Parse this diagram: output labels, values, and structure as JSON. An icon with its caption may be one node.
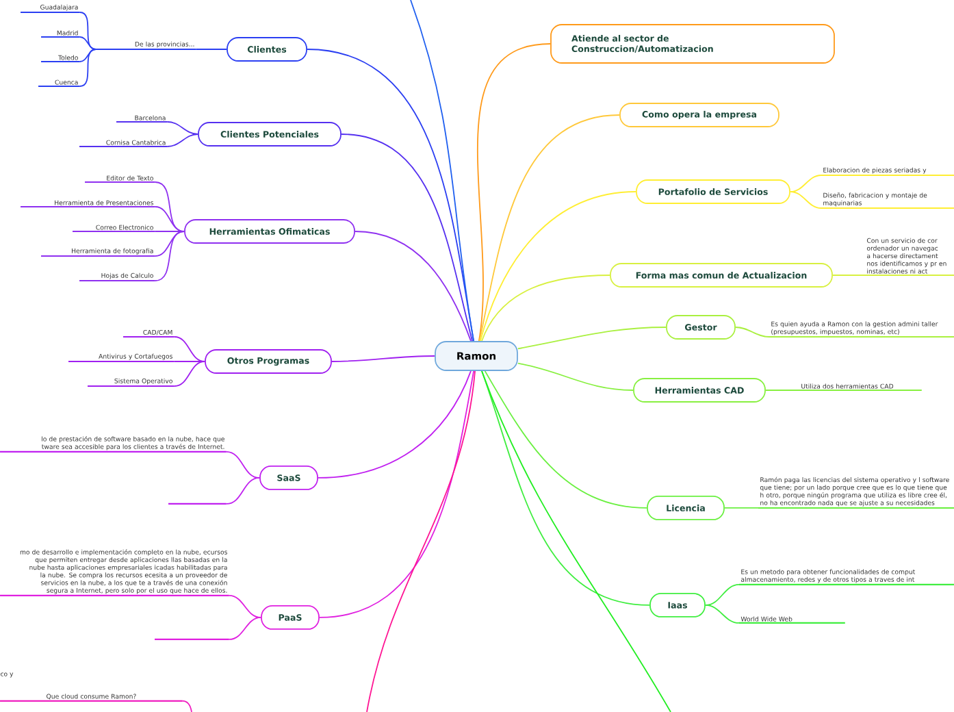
{
  "diagram": {
    "nodes": [
      {
        "text": [
          "Ramon"
        ]
      },
      {
        "text": [
          "Clientes"
        ]
      },
      {
        "text": [
          "De las provincias..."
        ]
      },
      {
        "text": [
          "Guadalajara"
        ]
      },
      {
        "text": [
          "Madrid"
        ]
      },
      {
        "text": [
          "Toledo"
        ]
      },
      {
        "text": [
          "Cuenca"
        ]
      },
      {
        "text": [
          "Clientes Potenciales"
        ]
      },
      {
        "text": [
          "Barcelona"
        ]
      },
      {
        "text": [
          "Cornisa Cantabrica"
        ]
      },
      {
        "text": [
          "Herramientas Ofimaticas"
        ]
      },
      {
        "text": [
          "Editor de Texto"
        ]
      },
      {
        "text": [
          "Herramienta de Presentaciones"
        ]
      },
      {
        "text": [
          "Correo Electronico"
        ]
      },
      {
        "text": [
          "Herramienta de fotografia"
        ]
      },
      {
        "text": [
          "Hojas de Calculo"
        ]
      },
      {
        "text": [
          "Otros Programas"
        ]
      },
      {
        "text": [
          "CAD/CAM"
        ]
      },
      {
        "text": [
          "Antivirus y Cortafuegos"
        ]
      },
      {
        "text": [
          "Sistema Operativo"
        ]
      },
      {
        "text": [
          "SaaS"
        ]
      },
      {
        "text": [
          "lo de prestación de software basado en la nube, hace que tware sea accesible para los clientes a través de Internet."
        ]
      },
      {
        "text": [],
        "shape": "bar"
      },
      {
        "text": [
          "PaaS"
        ]
      },
      {
        "text": [
          "mo de desarrollo e implementación completo en la nube, ecursos que permiten entregar desde aplicaciones llas basadas en la nube hasta aplicaciones empresariales icadas habilitadas para la nube. Se compra los recursos ecesita a un proveedor de servicios en la nube, a los que te a través de una conexión segura a Internet, pero solo por el uso que hace de ellos."
        ]
      },
      {
        "text": [],
        "shape": "bar"
      },
      {
        "text": [
          "Que cloud consume Ramon?"
        ]
      },
      {
        "text": [
          "Atiende al sector de Construccion/Automatizacion"
        ]
      },
      {
        "text": [
          "Como opera la empresa"
        ]
      },
      {
        "text": [
          "Portafolio de Servicios"
        ]
      },
      {
        "text": [
          "Elaboracion de piezas seriadas y"
        ]
      },
      {
        "text": [
          "Diseño, fabricacion y montaje de maquinarias"
        ]
      },
      {
        "text": [
          "Forma mas comun de Actualizacion"
        ]
      },
      {
        "text": [
          "Con un servicio de cor ordenador un navegac a hacerse directament nos identificamos y pr en instalaciones ni act"
        ]
      },
      {
        "text": [
          "Gestor"
        ]
      },
      {
        "text": [
          "Es quien ayuda a Ramon con la gestion admini taller (presupuestos, impuestos, nominas, etc)"
        ]
      },
      {
        "text": [
          "Herramientas CAD"
        ]
      },
      {
        "text": [
          "Utiliza dos herramientas CAD"
        ]
      },
      {
        "text": [
          "Licencia"
        ]
      },
      {
        "text": [
          "Ramón paga las licencias del sistema operativo y l software que tiene; por un lado porque cree que es lo que tiene que h otro, porque ningún programa que utiliza es libre cree él, no ha encontrado nada que se ajuste a su necesidades"
        ]
      },
      {
        "text": [
          "Iaas"
        ]
      },
      {
        "text": [
          "Es un metodo para obtener funcionalidades de comput almacenamiento, redes y de otros tipos a traves de int"
        ]
      },
      {
        "text": [
          "World Wide Web"
        ]
      }
    ],
    "edges": [
      {
        "from": 0,
        "to": 1,
        "arrow": "none",
        "color": "#2b3ff2"
      },
      {
        "from": 0,
        "to": 7,
        "arrow": "none",
        "color": "#5530f0"
      },
      {
        "from": 0,
        "to": 10,
        "arrow": "none",
        "color": "#8f30f0"
      },
      {
        "from": 0,
        "to": 16,
        "arrow": "none",
        "color": "#a020f0"
      },
      {
        "from": 0,
        "to": 20,
        "arrow": "none",
        "color": "#c020f0"
      },
      {
        "from": 0,
        "to": 23,
        "arrow": "none",
        "color": "#e020e0"
      },
      {
        "from": 0,
        "to": 27,
        "arrow": "none",
        "color": "#ff9a1a"
      },
      {
        "from": 0,
        "to": 28,
        "arrow": "none",
        "color": "#ffc83a"
      },
      {
        "from": 0,
        "to": 29,
        "arrow": "none",
        "color": "#ffee33"
      },
      {
        "from": 0,
        "to": 32,
        "arrow": "none",
        "color": "#d8f040"
      },
      {
        "from": 0,
        "to": 34,
        "arrow": "none",
        "color": "#aaf040"
      },
      {
        "from": 0,
        "to": 36,
        "arrow": "none",
        "color": "#88f040"
      },
      {
        "from": 0,
        "to": 38,
        "arrow": "none",
        "color": "#6af040"
      },
      {
        "from": 0,
        "to": 40,
        "arrow": "none",
        "color": "#40ee40"
      },
      {
        "from": 0,
        "to": null,
        "arrow": "none",
        "color": "#2060f0"
      },
      {
        "from": 0,
        "to": null,
        "arrow": "none",
        "color": "#ff1493"
      },
      {
        "from": 0,
        "to": null,
        "arrow": "none",
        "color": "#22ee22"
      },
      {
        "from": null,
        "to": 26,
        "arrow": "none",
        "color": "#f020c0"
      },
      {
        "from": 1,
        "to": 2,
        "arrow": "none",
        "color": "#2b3ff2"
      },
      {
        "from": 2,
        "to": 3,
        "arrow": "none",
        "color": "#2b3ff2"
      },
      {
        "from": 2,
        "to": 4,
        "arrow": "none",
        "color": "#2b3ff2"
      },
      {
        "from": 2,
        "to": 5,
        "arrow": "none",
        "color": "#2b3ff2"
      },
      {
        "from": 2,
        "to": 6,
        "arrow": "none",
        "color": "#2b3ff2"
      },
      {
        "from": 7,
        "to": 8,
        "arrow": "none",
        "color": "#5530f0"
      },
      {
        "from": 7,
        "to": 9,
        "arrow": "none",
        "color": "#5530f0"
      },
      {
        "from": 10,
        "to": 11,
        "arrow": "none",
        "color": "#8f30f0"
      },
      {
        "from": 10,
        "to": 12,
        "arrow": "none",
        "color": "#8f30f0"
      },
      {
        "from": 10,
        "to": 13,
        "arrow": "none",
        "color": "#8f30f0"
      },
      {
        "from": 10,
        "to": 14,
        "arrow": "none",
        "color": "#8f30f0"
      },
      {
        "from": 10,
        "to": 15,
        "arrow": "none",
        "color": "#8f30f0"
      },
      {
        "from": 16,
        "to": 17,
        "arrow": "none",
        "color": "#a020f0"
      },
      {
        "from": 16,
        "to": 18,
        "arrow": "none",
        "color": "#a020f0"
      },
      {
        "from": 16,
        "to": 19,
        "arrow": "none",
        "color": "#a020f0"
      },
      {
        "from": 20,
        "to": 21,
        "arrow": "none",
        "color": "#c020f0"
      },
      {
        "from": 20,
        "to": 22,
        "arrow": "none",
        "color": "#c020f0"
      },
      {
        "from": 23,
        "to": 24,
        "arrow": "none",
        "color": "#e020e0"
      },
      {
        "from": 23,
        "to": 25,
        "arrow": "none",
        "color": "#e020e0"
      },
      {
        "from": 29,
        "to": 30,
        "arrow": "none",
        "color": "#ffee33"
      },
      {
        "from": 29,
        "to": 31,
        "arrow": "none",
        "color": "#ffee33"
      },
      {
        "from": 32,
        "to": 33,
        "arrow": "none",
        "color": "#d8f040"
      },
      {
        "from": 34,
        "to": 35,
        "arrow": "none",
        "color": "#aaf040"
      },
      {
        "from": 36,
        "to": 37,
        "arrow": "none",
        "color": "#88f040"
      },
      {
        "from": 38,
        "to": 39,
        "arrow": "none",
        "color": "#6af040"
      },
      {
        "from": 40,
        "to": 41,
        "arrow": "none",
        "color": "#40ee40"
      },
      {
        "from": 40,
        "to": 42,
        "arrow": "none",
        "color": "#40ee40"
      }
    ],
    "labels": [
      "co y"
    ]
  }
}
